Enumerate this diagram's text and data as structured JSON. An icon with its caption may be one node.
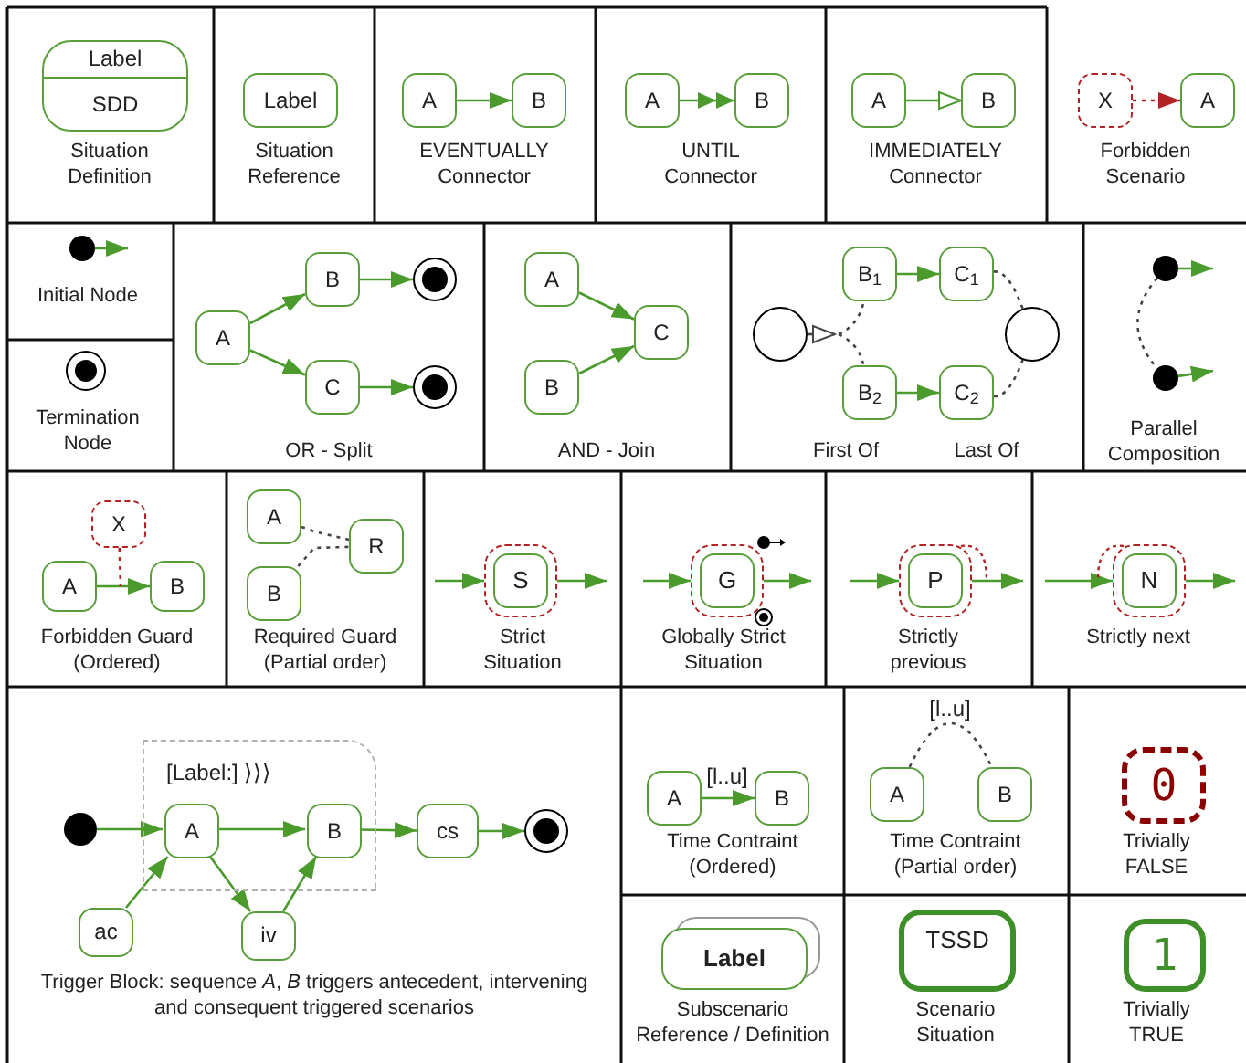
{
  "diagram": {
    "nodes": [
      {
        "text": [
          "Label",
          "SDD"
        ]
      },
      {
        "text": [
          "Label"
        ]
      },
      {
        "text": [
          "A"
        ]
      },
      {
        "text": [
          "B"
        ]
      },
      {
        "text": [
          "A"
        ]
      },
      {
        "text": [
          "B"
        ]
      },
      {
        "text": [
          "A"
        ]
      },
      {
        "text": [
          "B"
        ]
      },
      {
        "text": [
          "X"
        ]
      },
      {
        "text": [
          "A"
        ]
      },
      {
        "text": [],
        "shape": "circle"
      },
      {
        "text": [],
        "shape": "circle"
      },
      {
        "text": [
          "A"
        ]
      },
      {
        "text": [
          "B"
        ]
      },
      {
        "text": [
          "C"
        ]
      },
      {
        "text": [],
        "shape": "circle"
      },
      {
        "text": [],
        "shape": "circle"
      },
      {
        "text": [
          "A"
        ]
      },
      {
        "text": [
          "B"
        ]
      },
      {
        "text": [
          "C"
        ]
      },
      {
        "text": [],
        "shape": "circle"
      },
      {
        "text": [
          "B$_{1}$"
        ]
      },
      {
        "text": [
          "C$_{1}$"
        ]
      },
      {
        "text": [
          "B$_{2}$"
        ]
      },
      {
        "text": [
          "C$_{2}$"
        ]
      },
      {
        "text": [],
        "shape": "circle"
      },
      {
        "text": [],
        "shape": "circle"
      },
      {
        "text": [],
        "shape": "circle"
      },
      {
        "text": [
          "X"
        ]
      },
      {
        "text": [
          "A"
        ]
      },
      {
        "text": [
          "B"
        ]
      },
      {
        "text": [
          "A"
        ]
      },
      {
        "text": [
          "B"
        ]
      },
      {
        "text": [
          "R"
        ]
      },
      {
        "text": [
          "S"
        ]
      },
      {
        "text": [
          "G"
        ]
      },
      {
        "text": [
          "P"
        ]
      },
      {
        "text": [
          "N"
        ]
      },
      {
        "text": [
          "[Label:] ⟩⟩⟩"
        ]
      },
      {
        "text": [
          "A"
        ],
        "in": 38
      },
      {
        "text": [
          "B"
        ],
        "in": 38
      },
      {
        "text": [],
        "shape": "circle"
      },
      {
        "text": [
          "cs"
        ]
      },
      {
        "text": [],
        "shape": "circle"
      },
      {
        "text": [
          "ac"
        ]
      },
      {
        "text": [
          "iv"
        ]
      },
      {
        "text": [
          "A"
        ]
      },
      {
        "text": [
          "B"
        ]
      },
      {
        "text": [
          "A"
        ]
      },
      {
        "text": [
          "B"
        ]
      },
      {
        "text": [
          "0"
        ]
      },
      {
        "text": [
          "Label"
        ]
      },
      {
        "text": [
          "TSSD"
        ]
      },
      {
        "text": [
          "1"
        ]
      }
    ],
    "edges": [
      {
        "from": 2,
        "to": 3,
        "arrow": "to"
      },
      {
        "from": 4,
        "to": 5,
        "arrow": "to"
      },
      {
        "from": 6,
        "to": 7,
        "arrow": "to"
      },
      {
        "from": 8,
        "to": 9,
        "arrow": "to",
        "style": "dashed",
        "color": "#b22222"
      },
      {
        "from": 10,
        "to": null,
        "arrow": "to"
      },
      {
        "from": 12,
        "to": 13,
        "arrow": "to"
      },
      {
        "from": 12,
        "to": 14,
        "arrow": "to"
      },
      {
        "from": 13,
        "to": 15,
        "arrow": "to"
      },
      {
        "from": 14,
        "to": 16,
        "arrow": "to"
      },
      {
        "from": 17,
        "to": 19,
        "arrow": "to"
      },
      {
        "from": 18,
        "to": 19,
        "arrow": "to"
      },
      {
        "from": 21,
        "to": 22,
        "arrow": "to"
      },
      {
        "from": 23,
        "to": 24,
        "arrow": "to"
      },
      {
        "from": 20,
        "to": null,
        "arrow": "to",
        "color": "#444444"
      },
      {
        "from": null,
        "to": 21,
        "arrow": "none",
        "style": "dashed",
        "color": "#444444"
      },
      {
        "from": 22,
        "to": 25,
        "arrow": "none",
        "style": "dashed",
        "color": "#444444"
      },
      {
        "from": 24,
        "to": 25,
        "arrow": "none",
        "style": "dashed",
        "color": "#444444"
      },
      {
        "from": 26,
        "to": null,
        "arrow": "to"
      },
      {
        "from": 27,
        "to": null,
        "arrow": "to"
      },
      {
        "from": 26,
        "to": 27,
        "arrow": "none",
        "style": "dashed",
        "color": "#444444"
      },
      {
        "from": 29,
        "to": 30,
        "arrow": "to"
      },
      {
        "from": 28,
        "to": null,
        "arrow": "none",
        "style": "dashed",
        "color": "#b22222"
      },
      {
        "from": 31,
        "to": 33,
        "arrow": "none",
        "style": "dashed",
        "color": "#444444"
      },
      {
        "from": 32,
        "to": 33,
        "arrow": "none",
        "style": "dashed",
        "color": "#444444"
      },
      {
        "from": null,
        "to": 34,
        "arrow": "to"
      },
      {
        "from": 34,
        "to": null,
        "arrow": "to"
      },
      {
        "from": null,
        "to": 35,
        "arrow": "to"
      },
      {
        "from": 35,
        "to": null,
        "arrow": "to"
      },
      {
        "from": null,
        "to": 36,
        "arrow": "to"
      },
      {
        "from": 36,
        "to": null,
        "arrow": "to"
      },
      {
        "from": null,
        "to": 37,
        "arrow": "to"
      },
      {
        "from": 37,
        "to": null,
        "arrow": "to"
      },
      {
        "from": 41,
        "to": 39,
        "arrow": "to"
      },
      {
        "from": 39,
        "to": 40,
        "arrow": "to"
      },
      {
        "from": 40,
        "to": 42,
        "arrow": "to"
      },
      {
        "from": 42,
        "to": 43,
        "arrow": "to"
      },
      {
        "from": 44,
        "to": 39,
        "arrow": "to"
      },
      {
        "from": 39,
        "to": 45,
        "arrow": "to"
      },
      {
        "from": 45,
        "to": 40,
        "arrow": "to"
      },
      {
        "from": 46,
        "to": 47,
        "arrow": "to",
        "label": "[l..u]"
      },
      {
        "from": 48,
        "to": 49,
        "arrow": "none",
        "label": "[l..u]",
        "style": "dashed",
        "color": "#444444"
      },
      {
        "from": null,
        "to": 23,
        "arrow": "none",
        "style": "dashed",
        "color": "#444444"
      }
    ],
    "labels": [
      "Situation Definition",
      "Situation Reference",
      "EVENTUALLY Connector",
      "UNTIL Connector",
      "IMMEDIATELY Connector",
      "Forbidden Scenario",
      "Initial Node",
      "Termination Node",
      "OR - Split",
      "AND - Join",
      "First Of",
      "Last Of",
      "Parallel Composition",
      "Forbidden Guard (Ordered)",
      "Required Guard (Partial order)",
      "Strict Situation",
      "Globally Strict Situation",
      "Strictly previous",
      "Strictly next",
      "Trigger Block: sequence *A*, *B* triggers antecedent, intervening and consequent triggered scenarios",
      "Time Contraint (Ordered)",
      "Time Contraint (Partial order)",
      "Trivially FALSE",
      "Subscenario Reference / Definition",
      "Scenario Situation",
      "Trivially TRUE"
    ]
  }
}
